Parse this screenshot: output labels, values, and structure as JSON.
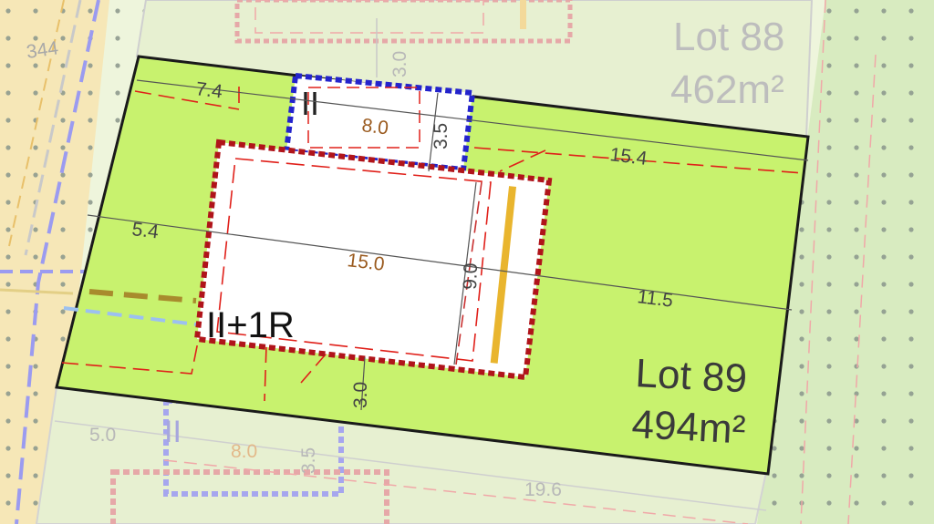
{
  "map": {
    "street_number": "344",
    "lots": [
      {
        "id": "lot-88",
        "name": "Lot 88",
        "area": "462m²"
      },
      {
        "id": "lot-89",
        "name": "Lot 89",
        "area": "494m²"
      }
    ],
    "buildings": {
      "main_house_label": "II+1R",
      "garage_label": "II",
      "neighbor_garage_label": "II"
    },
    "dimensions": {
      "front_setback_top": "7.4",
      "garage_width": "8.0",
      "garage_depth": "3.5",
      "rear_distance_top": "15.4",
      "side_setback": "5.4",
      "house_length": "15.0",
      "house_width": "9.0",
      "rear_distance": "11.5",
      "side_gap_bottom": "3.0",
      "side_gap_top": "3.0",
      "neighbor_front": "5.0",
      "neighbor_garage_width": "8.0",
      "neighbor_garage_depth": "3.5",
      "neighbor_rear": "19.6"
    },
    "colors": {
      "lot_fill": "#c8f26e",
      "building_outline": "#b0141a",
      "garage_outline": "#2424cc",
      "setback_line": "#e0201a",
      "dimension_text": "#9a5a1e",
      "cadastre_text": "#b8b8b8"
    }
  }
}
